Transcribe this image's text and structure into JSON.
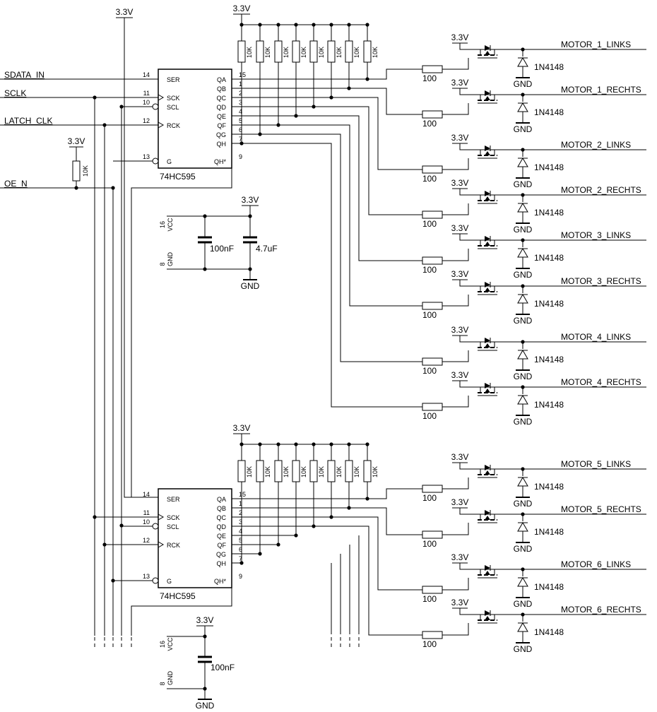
{
  "labels": {
    "v33": "3.3V",
    "gnd": "GND",
    "r10k": "10K",
    "r100": "100",
    "diode": "1N4148",
    "cap100": "100nF",
    "cap47": "4.7uF",
    "vcc": "VCC",
    "pin_vcc": "16",
    "pin_gnd": "8"
  },
  "signals": [
    "SDATA_IN",
    "SCLK",
    "LATCH_CLK",
    "OE_N"
  ],
  "chip": {
    "name": "74HC595",
    "left_pins": [
      {
        "num": "14",
        "name": "SER"
      },
      {
        "num": "11",
        "name": "SCK"
      },
      {
        "num": "10",
        "name": "SCL"
      },
      {
        "num": "12",
        "name": "RCK"
      },
      {
        "num": "13",
        "name": "G"
      }
    ],
    "right_pins": [
      {
        "num": "15",
        "name": "QA"
      },
      {
        "num": "1",
        "name": "QB"
      },
      {
        "num": "2",
        "name": "QC"
      },
      {
        "num": "3",
        "name": "QD"
      },
      {
        "num": "4",
        "name": "QE"
      },
      {
        "num": "5",
        "name": "QF"
      },
      {
        "num": "6",
        "name": "QG"
      },
      {
        "num": "7",
        "name": "QH"
      },
      {
        "num": "9",
        "name": "QH*"
      }
    ]
  },
  "motors": [
    "MOTOR_1_LINKS",
    "MOTOR_1_RECHTS",
    "MOTOR_2_LINKS",
    "MOTOR_2_RECHTS",
    "MOTOR_3_LINKS",
    "MOTOR_3_RECHTS",
    "MOTOR_4_LINKS",
    "MOTOR_4_RECHTS",
    "MOTOR_5_LINKS",
    "MOTOR_5_RECHTS",
    "MOTOR_6_LINKS",
    "MOTOR_6_RECHTS"
  ]
}
